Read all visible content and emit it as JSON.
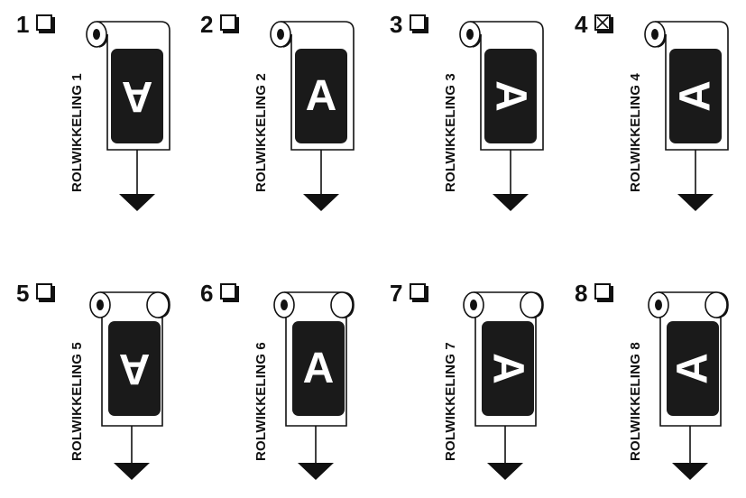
{
  "windings": [
    {
      "number": "1",
      "label": "ROLWIKKELING 1",
      "checked": false,
      "letter": "A",
      "orientation": "upside-down",
      "roll_edge": "left"
    },
    {
      "number": "2",
      "label": "ROLWIKKELING 2",
      "checked": false,
      "letter": "A",
      "orientation": "upright",
      "roll_edge": "left"
    },
    {
      "number": "3",
      "label": "ROLWIKKELING 3",
      "checked": false,
      "letter": "A",
      "orientation": "rotated-right",
      "roll_edge": "left"
    },
    {
      "number": "4",
      "label": "ROLWIKKELING 4",
      "checked": true,
      "letter": "A",
      "orientation": "rotated-left",
      "roll_edge": "left"
    },
    {
      "number": "5",
      "label": "ROLWIKKELING 5",
      "checked": false,
      "letter": "A",
      "orientation": "upside-down",
      "roll_edge": "right"
    },
    {
      "number": "6",
      "label": "ROLWIKKELING 6",
      "checked": false,
      "letter": "A",
      "orientation": "upright",
      "roll_edge": "right"
    },
    {
      "number": "7",
      "label": "ROLWIKKELING 7",
      "checked": false,
      "letter": "A",
      "orientation": "rotated-right",
      "roll_edge": "right"
    },
    {
      "number": "8",
      "label": "ROLWIKKELING 8",
      "checked": false,
      "letter": "A",
      "orientation": "rotated-left",
      "roll_edge": "right"
    }
  ],
  "colors": {
    "ink": "#111111",
    "paper": "#ffffff",
    "label_fill": "#1a1a1a"
  }
}
